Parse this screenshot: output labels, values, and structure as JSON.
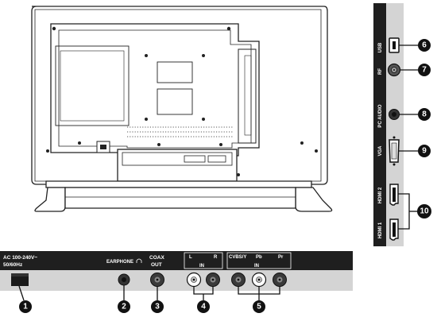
{
  "side_panel": {
    "labels": [
      "USB",
      "RF",
      "PC AUDIO",
      "VGA",
      "HDMI 2",
      "HDMI 1"
    ],
    "callouts": [
      "6",
      "7",
      "8",
      "9",
      "10"
    ]
  },
  "bottom_panel": {
    "power_label_line1": "AC 100-240V~",
    "power_label_line2": "50/60Hz",
    "earphone_label": "EARPHONE",
    "coax_label_line1": "COAX",
    "coax_label_line2": "OUT",
    "audio_in": {
      "left": "L",
      "right": "R",
      "in": "IN"
    },
    "av_in": {
      "cvbs": "CVBS/Y",
      "pb": "Pb",
      "pr": "Pr",
      "in": "IN"
    },
    "callouts": [
      "1",
      "2",
      "3",
      "4",
      "5"
    ]
  },
  "colors": {
    "panel_dark": "#1f1f1f",
    "panel_light": "#d4d4d4",
    "callout_bg": "#111111"
  }
}
